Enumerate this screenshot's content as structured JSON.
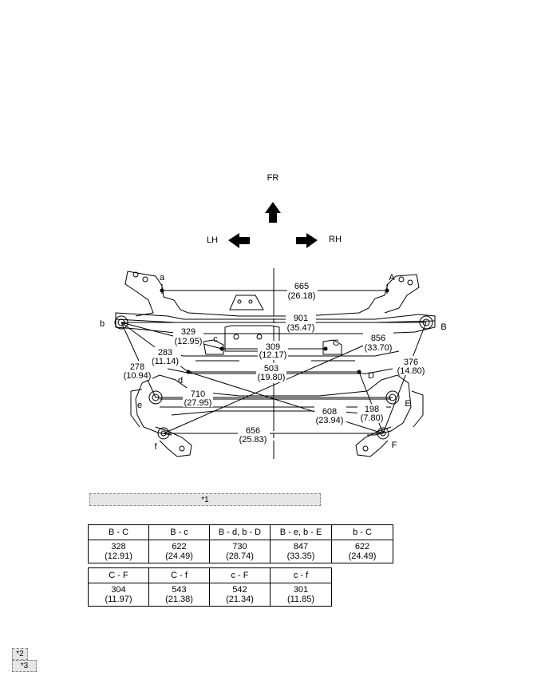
{
  "directions": {
    "front": "FR",
    "left": "LH",
    "right": "RH"
  },
  "points": {
    "a": "a",
    "A": "A",
    "b": "b",
    "B": "B",
    "c": "c",
    "C": "C",
    "d": "d",
    "D": "D",
    "e": "e",
    "E": "E",
    "f": "f",
    "F": "F"
  },
  "dimensions": [
    {
      "id": "a-A",
      "mm": "665",
      "in": "(26.18)"
    },
    {
      "id": "b-B",
      "mm": "901",
      "in": "(35.47)"
    },
    {
      "id": "b-c",
      "mm": "329",
      "in": "(12.95)"
    },
    {
      "id": "c-C",
      "mm": "309",
      "in": "(12.17)"
    },
    {
      "id": "b-C-cross",
      "mm": "856",
      "in": "(33.70)"
    },
    {
      "id": "b-d",
      "mm": "283",
      "in": "(11.14)"
    },
    {
      "id": "b-e",
      "mm": "278",
      "in": "(10.94)"
    },
    {
      "id": "d-D",
      "mm": "503",
      "in": "(19.80)"
    },
    {
      "id": "B-f",
      "mm": "376",
      "in": "(14.80)"
    },
    {
      "id": "e-E",
      "mm": "710",
      "in": "(27.95)"
    },
    {
      "id": "D-F",
      "mm": "198",
      "in": "(7.80)"
    },
    {
      "id": "d-F",
      "mm": "608",
      "in": "(23.94)"
    },
    {
      "id": "f-F",
      "mm": "656",
      "in": "(25.83)"
    }
  ],
  "notes": {
    "note1": "*1",
    "note2": "*2",
    "note3": "*3"
  },
  "table1": {
    "headers": [
      "B - C",
      "B - c",
      "B - d, b - D",
      "B - e, b - E",
      "b - C"
    ],
    "mm": [
      "328",
      "622",
      "730",
      "847",
      "622"
    ],
    "in": [
      "(12.91)",
      "(24.49)",
      "(28.74)",
      "(33.35)",
      "(24.49)"
    ]
  },
  "table2": {
    "headers": [
      "C - F",
      "C - f",
      "c - F",
      "c - f"
    ],
    "mm": [
      "304",
      "543",
      "542",
      "301"
    ],
    "in": [
      "(11.97)",
      "(21.38)",
      "(21.34)",
      "(11.85)"
    ]
  }
}
